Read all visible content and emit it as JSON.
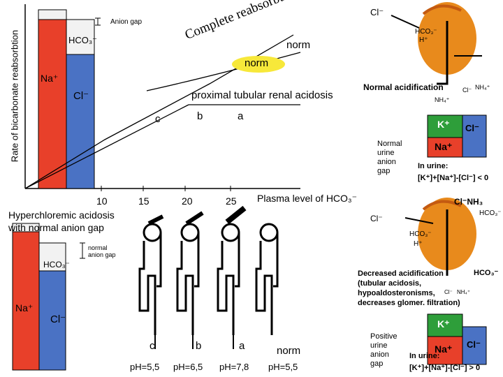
{
  "colors": {
    "na": "#e8402a",
    "hco3": "#f2f2f2",
    "cl": "#4a72c4",
    "k": "#2e9e3a",
    "kidney": "#e88a1c",
    "norm_blob": "#f7e83a"
  },
  "top_chart": {
    "ylabel": "Rate of bicarbonate reabsorbtion",
    "anion_gap": "Anion gap",
    "hco3": "HCO₃⁻",
    "na": "Na⁺",
    "cl": "Cl⁻",
    "complete_reabsorbtion": "Complete reabsorbtion",
    "norm_upper": "norm",
    "norm_blob": "norm",
    "prox_label": "proximal tubular renal acidosis",
    "curve_c": "c",
    "curve_b": "b",
    "curve_a": "a",
    "xticks": [
      "10",
      "15",
      "20",
      "25"
    ],
    "xlabel": "Plasma level of HCO₃⁻"
  },
  "hyper": {
    "title_line1": "Hyperchloremic acidosis",
    "title_line2": "with normal anion gap",
    "normal_gap": "normal\nanion gap",
    "hco3": "HCO₃⁻",
    "na": "Na⁺",
    "cl": "Cl⁻"
  },
  "tubules": {
    "labels": [
      "c",
      "b",
      "a",
      "norm"
    ],
    "ph": [
      "pH=5,5",
      "pH=6,5",
      "pH=7,8",
      "pH=5,5"
    ]
  },
  "right_top": {
    "cl": "Cl⁻",
    "hco3": "HCO₃⁻",
    "h": "H⁺",
    "title": "Normal acidification",
    "cl_small": "Cl⁻",
    "nh4": "NH₄⁺",
    "nh4_2": "NH₄⁺",
    "k": "K⁺",
    "na": "Na⁺",
    "cl_box": "Cl⁻",
    "urine": "Normal\nurine\nanion\ngap",
    "in_urine": "In urine:",
    "formula": "[K⁺]+[Na⁺]-[Cl⁻] < 0"
  },
  "right_bottom": {
    "cl_nh3": "Cl⁻NH₃",
    "hco3_1": "HCO₃⁻",
    "cl": "Cl⁻",
    "hco3_2": "HCO₃⁻",
    "h": "H⁺",
    "desc_line1": "Decreased acidification",
    "desc_line2": "(tubular acidosis,",
    "desc_line3": "hypoaldosteronisms,",
    "desc_line4": "decreases glomer. filtration)",
    "hco3_3": "HCO₃⁻",
    "cl_small": "Cl⁻",
    "nh4": "NH₄⁺",
    "k": "K⁺",
    "na": "Na⁺",
    "cl_box": "Cl⁻",
    "urine": "Positive\nurine\nanion\ngap",
    "in_urine": "In urine:",
    "formula": "[K⁺]+[Na⁺]-[Cl⁻] > 0"
  }
}
